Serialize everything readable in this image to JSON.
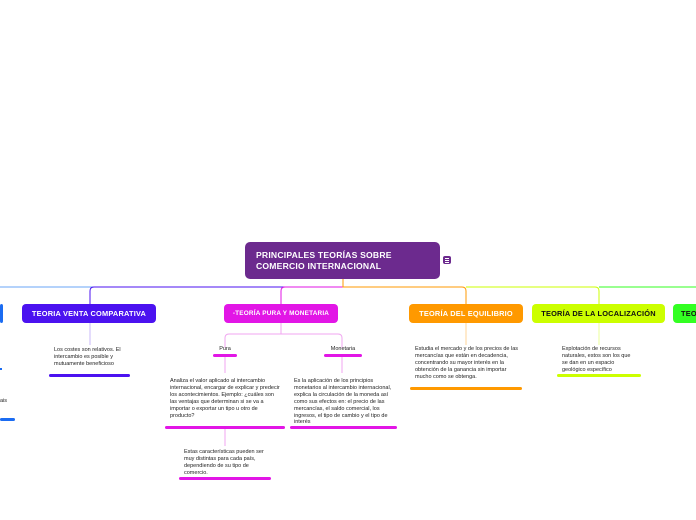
{
  "central": {
    "title": "PRINCIPALES TEORÍAS SOBRE COMERCIO INTERNACIONAL"
  },
  "topics": [
    {
      "label": "TEORIA VENTA COMPARATIVA",
      "color": "#4b12f0",
      "text_color": "#ffffff"
    },
    {
      "label": "-TEORÍA PURA Y MONETARIA",
      "color": "#e216e6",
      "text_color": "#ffffff"
    },
    {
      "label": "TEORÍA DEL EQUILIBRIO",
      "color": "#ff9900",
      "text_color": "#ffffff"
    },
    {
      "label": "TEORÍA DE LA LOCALIZACIÓN",
      "color": "#ccff00",
      "text_color": "#111111"
    },
    {
      "label": "TEO",
      "color": "#33ff22",
      "text_color": "#111111"
    }
  ],
  "notes": {
    "venta": "Los costes son relativos. El intercambio es posible y mutuamente beneficioso",
    "pura": "Analiza el valor aplicado al intercambio internacional, encargar de explicar y predecir los acontecimientos. Ejemplo: ¿cuáles son las ventajas que determinan si se va a importar o exportar un tipo u otro de producto?",
    "pura_extra": "Estas características pueden ser muy distintas para cada país, dependiendo de su tipo de comercio.",
    "monetaria": "Es la aplicación de los principios monetarios al intercambio internacional, explica la circulación de la moneda así como sus efectos en: el precio de las mercancías, el saldo comercial, los ingresos, el tipo de cambio y el tipo de interés",
    "equilibrio": "Estudia el mercado y de los precios de las mercancías que están en decadencia, concentrando su mayor interés en la obtención de la ganancia sin importar mucho como se obtenga.",
    "localizacion": "Explotación de recursos naturales, estos son los que se dan en un espacio geológico específico",
    "left_fragment": "ais"
  },
  "subtopics": {
    "pura": "Pura",
    "monetaria": "Monetaria"
  },
  "colors": {
    "central": "#6c2a8e",
    "left_blue": "#1b6cf2"
  }
}
